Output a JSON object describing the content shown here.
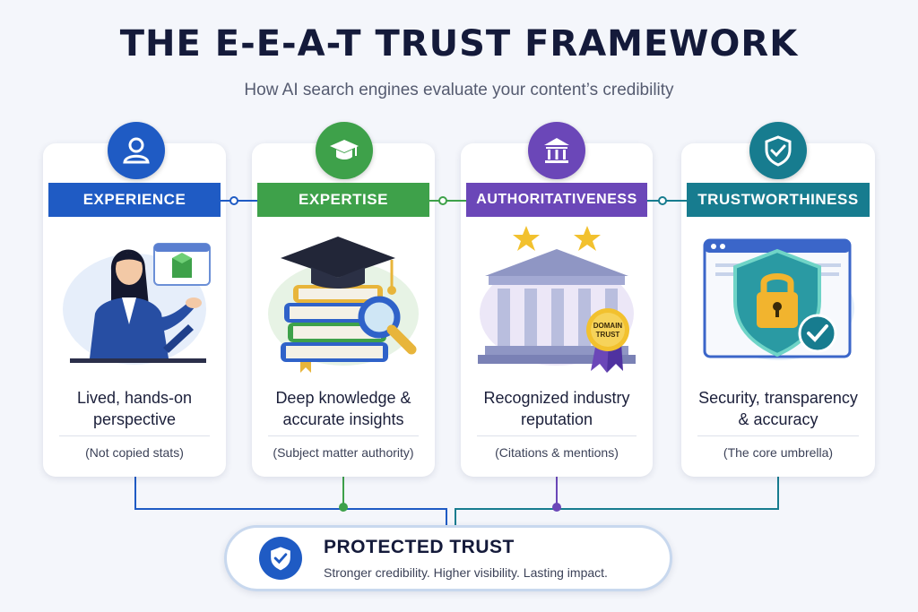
{
  "header": {
    "title": "THE E-E-A-T TRUST FRAMEWORK",
    "subtitle": "How AI search engines evaluate your content’s credibility"
  },
  "pillars": [
    {
      "label": "EXPERIENCE",
      "description_line1": "Lived, hands-on",
      "description_line2": "perspective",
      "note": "(Not copied stats)",
      "color": "#1f5bc4",
      "icon": "person-icon"
    },
    {
      "label": "EXPERTISE",
      "description_line1": "Deep knowledge &",
      "description_line2": "accurate insights",
      "note": "(Subject matter authority)",
      "color": "#3ea14a",
      "icon": "graduation-cap-icon"
    },
    {
      "label": "AUTHORITATIVENESS",
      "description_line1": "Recognized industry",
      "description_line2": "reputation",
      "note": "(Citations & mentions)",
      "color": "#6b47b8",
      "icon": "institution-icon",
      "seal_line1": "DOMAIN",
      "seal_line2": "TRUST"
    },
    {
      "label": "TRUSTWORTHINESS",
      "description_line1": "Security, transparency",
      "description_line2": "& accuracy",
      "note": "(The core umbrella)",
      "color": "#177c8f",
      "icon": "shield-check-icon"
    }
  ],
  "summary": {
    "title": "PROTECTED TRUST",
    "tagline": "Stronger credibility. Higher visibility. Lasting impact.",
    "icon": "shield-check-icon",
    "color": "#1f5bc4"
  }
}
